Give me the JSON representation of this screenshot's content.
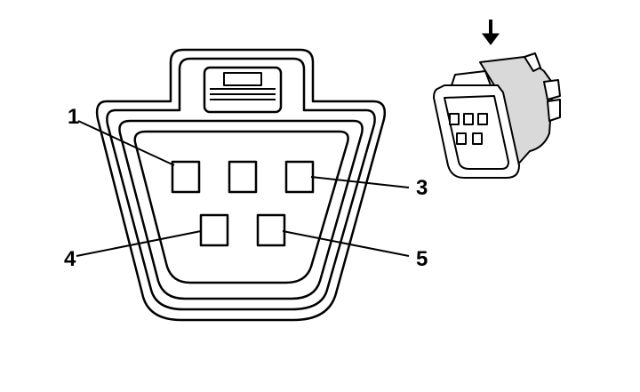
{
  "diagram": {
    "pin_labels": [
      {
        "id": "pin-1",
        "text": "1"
      },
      {
        "id": "pin-3",
        "text": "3"
      },
      {
        "id": "pin-4",
        "text": "4"
      },
      {
        "id": "pin-5",
        "text": "5"
      }
    ],
    "colors": {
      "stroke": "#000000",
      "background": "#ffffff",
      "shade": "#d9d9d9"
    },
    "icons": {
      "view_direction": "down-arrow-icon",
      "connector_3d": "connector-perspective-icon"
    }
  }
}
